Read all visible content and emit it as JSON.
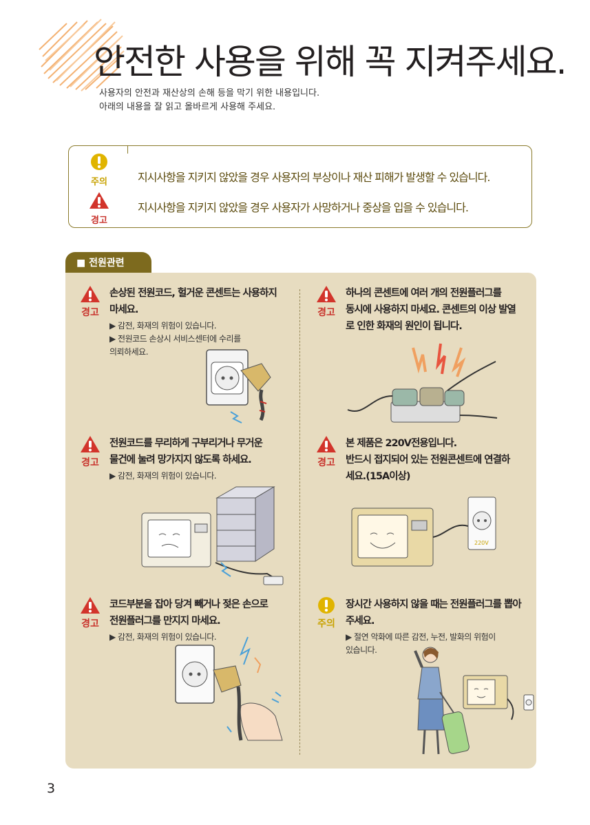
{
  "title": "안전한 사용을 위해 꼭 지켜주세요.",
  "intro": [
    "사용자의 안전과 재산상의 손해 등을 막기 위한 내용입니다.",
    "아래의 내용을 잘 읽고 올바르게 사용해 주세요."
  ],
  "legend": {
    "caution": {
      "label": "주의",
      "text": "지시사항을 지키지 않았을 경우 사용자의 부상이나 재산 피해가 발생할 수 있습니다."
    },
    "warning": {
      "label": "경고",
      "text": "지시사항을 지키지 않았을 경우 사용자가 사망하거나 중상을 입을 수 있습니다."
    }
  },
  "section": {
    "tab": "■ 전원관련"
  },
  "items": [
    {
      "label": "경고",
      "head": [
        "손상된 전원코드, 헐거운 콘센트는 사용하지",
        "마세요."
      ],
      "bullets": [
        "▶ 감전, 화재의 위험이 있습니다.",
        "▶ 전원코드 손상시 서비스센터에 수리를",
        "   의뢰하세요."
      ]
    },
    {
      "label": "경고",
      "head": [
        "하나의 콘센트에 여러 개의 전원플러그를",
        "동시에 사용하지 마세요. 콘센트의 이상 발열",
        "로 인한 화재의 원인이 됩니다."
      ],
      "bullets": []
    },
    {
      "label": "경고",
      "head": [
        "전원코드를 무리하게 구부리거나 무거운",
        "물건에 눌려 망가지지 않도록 하세요."
      ],
      "bullets": [
        "▶ 감전, 화재의 위험이 있습니다."
      ]
    },
    {
      "label": "경고",
      "head": [
        "본 제품은 220V전용입니다.",
        "반드시 접지되어 있는 전원콘센트에 연결하",
        "세요.(15A이상)"
      ],
      "bullets": []
    },
    {
      "label": "경고",
      "head": [
        "코드부분을 잡아 당겨 빼거나 젖은 손으로",
        "전원플러그를 만지지 마세요."
      ],
      "bullets": [
        "▶ 감전, 화재의 위험이 있습니다."
      ]
    },
    {
      "label": "주의",
      "head": [
        "장시간 사용하지 않을 때는 전원플러그를 뽑아",
        "주세요."
      ],
      "bullets": [
        "▶ 절연 악화에 따른 감전, 누전, 발화의 위험이",
        "   있습니다."
      ]
    }
  ],
  "outlet_label": "220V",
  "page_number": "3",
  "colors": {
    "warning": "#c8312a",
    "caution": "#c8a200",
    "panel": "#e7dcc0",
    "tab": "#7d6a1e"
  }
}
